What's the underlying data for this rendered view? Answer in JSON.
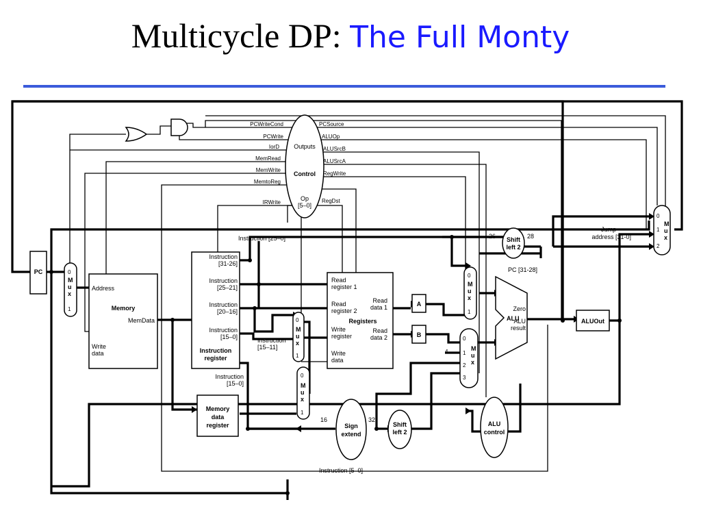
{
  "title": {
    "main": "Multicycle DP:",
    "accent": "The Full Monty"
  },
  "colors": {
    "accent": "#1a1aff",
    "rule": "#3b5bdb",
    "wire": "#000000"
  },
  "control": {
    "label": "Control",
    "outputs_label": "Outputs",
    "op_label": "Op",
    "op_bits": "[5–0]",
    "left_signals": [
      "PCWriteCond",
      "PCWrite",
      "IorD",
      "MemRead",
      "MemWrite",
      "MemtoReg",
      "IRWrite"
    ],
    "right_signals": [
      "PCSource",
      "ALUOp",
      "ALUSrcB",
      "ALUSrcA",
      "RegWrite",
      "RegDst"
    ]
  },
  "pc": {
    "label": "PC"
  },
  "memory": {
    "title": "Memory",
    "address": "Address",
    "memdata": "MemData",
    "write_data_1": "Write",
    "write_data_2": "data"
  },
  "instruction_register": {
    "title_1": "Instruction",
    "title_2": "register",
    "fields": [
      {
        "l1": "Instruction",
        "l2": "[31-26]"
      },
      {
        "l1": "Instruction",
        "l2": "[25–21]"
      },
      {
        "l1": "Instruction",
        "l2": "[20–16]"
      },
      {
        "l1": "Instruction",
        "l2": "[15–0]"
      }
    ]
  },
  "mdr": {
    "l1": "Memory",
    "l2": "data",
    "l3": "register"
  },
  "registers": {
    "title": "Registers",
    "rr1_1": "Read",
    "rr1_2": "register 1",
    "rr2_1": "Read",
    "rr2_2": "register 2",
    "wr_1": "Write",
    "wr_2": "register",
    "wd_1": "Write",
    "wd_2": "data",
    "rd1_1": "Read",
    "rd1_2": "data 1",
    "rd2_1": "Read",
    "rd2_2": "data 2"
  },
  "reg_a": "A",
  "reg_b": "B",
  "alu": {
    "label": "ALU",
    "zero": "Zero",
    "result_1": "ALU",
    "result_2": "result"
  },
  "aluout": "ALUOut",
  "sign_extend": {
    "l1": "Sign",
    "l2": "extend"
  },
  "shift_left_2": {
    "l1": "Shift",
    "l2": "left 2"
  },
  "alu_control": {
    "l1": "ALU",
    "l2": "control"
  },
  "mux": {
    "m": "M",
    "u": "u",
    "x": "x"
  },
  "mux_inputs": {
    "zero": "0",
    "one": "1",
    "two": "2",
    "three": "3"
  },
  "labels": {
    "instr_25_0": "Instruction [25–0]",
    "instr_15_11_1": "Instruction",
    "instr_15_11_2": "[15–11]",
    "instr_15_0_1": "Instruction",
    "instr_15_0_2": "[15–0]",
    "instr_5_0": "Instruction [5–0]",
    "jump_1": "Jump",
    "jump_2": "address [31-0]",
    "pc_31_28": "PC [31-28]",
    "bits_26": "26",
    "bits_28": "28",
    "bits_16": "16",
    "bits_32": "32",
    "bits_4": "4"
  }
}
